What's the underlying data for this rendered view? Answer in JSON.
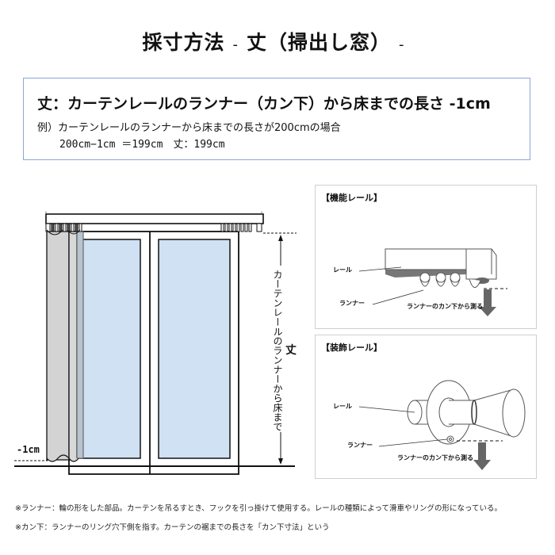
{
  "header": {
    "title_main": "採寸方法",
    "title_sub": "丈（掃出し窓）",
    "dash": "-"
  },
  "definition": {
    "heading": "丈：カーテンレールのランナー（カン下）から床までの長さ -1cm",
    "example_line1": "例）カーテンレールのランナーから床までの長さが200cmの場合",
    "example_line2": "200cm−1cm ＝199cm　丈：199cm"
  },
  "main_diagram": {
    "vertical_label": "カーテンレールのランナーから床まで",
    "take_label": "丈",
    "minus_label": "-1cm",
    "colors": {
      "glass": "#cfe1f2",
      "curtain": "#d3d3d3",
      "line": "#111111"
    }
  },
  "panels": [
    {
      "title": "【機能レール】",
      "rail_label": "レール",
      "runner_label": "ランナー",
      "measure_label": "ランナーのカン下から測る"
    },
    {
      "title": "【装飾レール】",
      "rail_label": "レール",
      "runner_label": "ランナー",
      "measure_label": "ランナーのカン下から測る"
    }
  ],
  "notes": [
    "※ランナー：輪の形をした部品。カーテンを吊るすとき、フックを引っ掛けて使用する。レールの種類によって滑車やリングの形になっている。",
    "※カン下：ランナーのリング穴下側を指す。カーテンの裾までの長さを「カン下寸法」という"
  ]
}
